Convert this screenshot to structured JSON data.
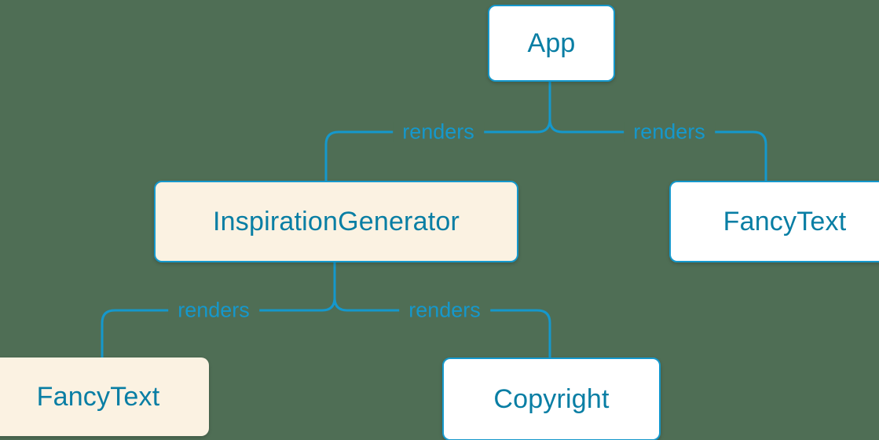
{
  "diagram": {
    "type": "component-render-tree",
    "background_color": "#4f6e55",
    "accent_color": "#1598cc",
    "node_text_color": "#087ea4",
    "cream_color": "#fbf2e2",
    "nodes": [
      {
        "id": "app",
        "label": "App",
        "variant": "white"
      },
      {
        "id": "inspiration-generator",
        "label": "InspirationGenerator",
        "variant": "cream"
      },
      {
        "id": "fancy-text-right",
        "label": "FancyText",
        "variant": "white"
      },
      {
        "id": "fancy-text-left",
        "label": "FancyText",
        "variant": "cream-borderless"
      },
      {
        "id": "copyright",
        "label": "Copyright",
        "variant": "white"
      }
    ],
    "edges": [
      {
        "from": "App",
        "to": "InspirationGenerator",
        "label": "renders"
      },
      {
        "from": "App",
        "to": "FancyText",
        "label": "renders"
      },
      {
        "from": "InspirationGenerator",
        "to": "FancyText",
        "label": "renders"
      },
      {
        "from": "InspirationGenerator",
        "to": "Copyright",
        "label": "renders"
      }
    ]
  }
}
